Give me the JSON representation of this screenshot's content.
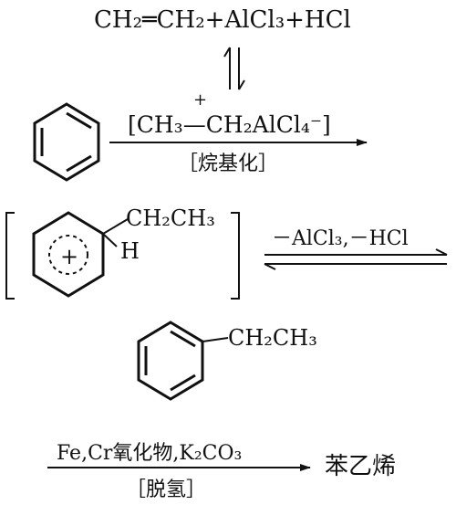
{
  "step1": {
    "reactants": "CH₂═CH₂+AlCl₃+HCl"
  },
  "step2": {
    "carbocation_complex": "[CH₃—CH₂AlCl₄⁻]",
    "plus_sign": "+",
    "reaction_label": "［烷基化］"
  },
  "intermediate": {
    "ring_charge": "+",
    "substituent": "CH₂CH₃",
    "hydrogen": "H",
    "elimination": "－AlCl₃,－HCl"
  },
  "ethylbenzene": {
    "substituent": "CH₂CH₃"
  },
  "step3": {
    "catalyst": "Fe,Cr氧化物,K₂CO₃",
    "reaction_label": "［脱氢］",
    "product": "苯乙烯"
  },
  "colors": {
    "ink": "#111111",
    "background": "#ffffff"
  }
}
